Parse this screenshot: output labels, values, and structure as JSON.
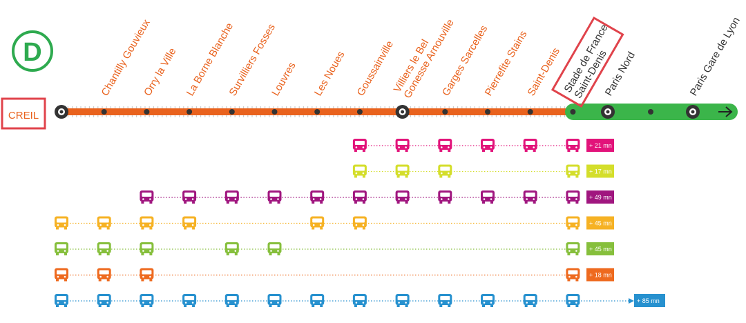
{
  "line": {
    "letter": "D",
    "letter_color": "#2eaa4f",
    "origin": "CREIL",
    "highlight_color": "#e0434b",
    "orange_color": "#e9621d",
    "green_color": "#3bb54a",
    "destination_arrow": "arrow-right-icon"
  },
  "stations": [
    {
      "name": "Chantilly Gouvieux",
      "color": "#e9621d",
      "major": false
    },
    {
      "name": "Orry la Ville",
      "color": "#e9621d",
      "major": false
    },
    {
      "name": "La Borne Blanche",
      "color": "#e9621d",
      "major": false
    },
    {
      "name": "Survilliers Fosses",
      "color": "#e9621d",
      "major": false
    },
    {
      "name": "Louvres",
      "color": "#e9621d",
      "major": false
    },
    {
      "name": "Les Noues",
      "color": "#e9621d",
      "major": false
    },
    {
      "name": "Goussainville",
      "color": "#e9621d",
      "major": false
    },
    {
      "name": "Villiers le Bel\nGonesse Arnouville",
      "color": "#e9621d",
      "major": true
    },
    {
      "name": "Garges Sarcelles",
      "color": "#e9621d",
      "major": false
    },
    {
      "name": "Pierrefite Stains",
      "color": "#e9621d",
      "major": false
    },
    {
      "name": "Saint-Denis",
      "color": "#e9621d",
      "major": false
    },
    {
      "name": "Stade de France\nSaint-Denis",
      "color": "#333333",
      "major": false,
      "highlighted": true
    },
    {
      "name": "Paris Nord",
      "color": "#333333",
      "major": true
    },
    {
      "name": "",
      "color": "#333333",
      "major": false
    },
    {
      "name": "Paris Gare de Lyon",
      "color": "#333333",
      "major": true
    }
  ],
  "bus_routes": [
    {
      "color": "#e2137a",
      "stops": [
        6,
        7,
        8,
        9,
        10,
        11
      ],
      "badge": "+ 21 mn"
    },
    {
      "color": "#d4de2b",
      "stops": [
        6,
        7,
        8,
        11
      ],
      "badge": "+ 17 mn"
    },
    {
      "color": "#a0167f",
      "stops": [
        1,
        2,
        3,
        4,
        5,
        6,
        7,
        8,
        9,
        10,
        11
      ],
      "badge": "+ 49 mn"
    },
    {
      "color": "#f6b224",
      "stops": [
        -1,
        0,
        1,
        2,
        5,
        6,
        11
      ],
      "badge": "+ 45 mn"
    },
    {
      "color": "#86bf3c",
      "stops": [
        -1,
        0,
        1,
        3,
        4,
        11
      ],
      "badge": "+ 45 mn"
    },
    {
      "color": "#ee6a1f",
      "stops": [
        -1,
        0,
        1,
        11
      ],
      "badge": "+ 18 mn"
    },
    {
      "color": "#2791cf",
      "stops": [
        -1,
        0,
        1,
        2,
        3,
        4,
        5,
        6,
        7,
        8,
        9,
        10,
        11
      ],
      "badge": "+ 85 mn",
      "arrow": true
    }
  ]
}
